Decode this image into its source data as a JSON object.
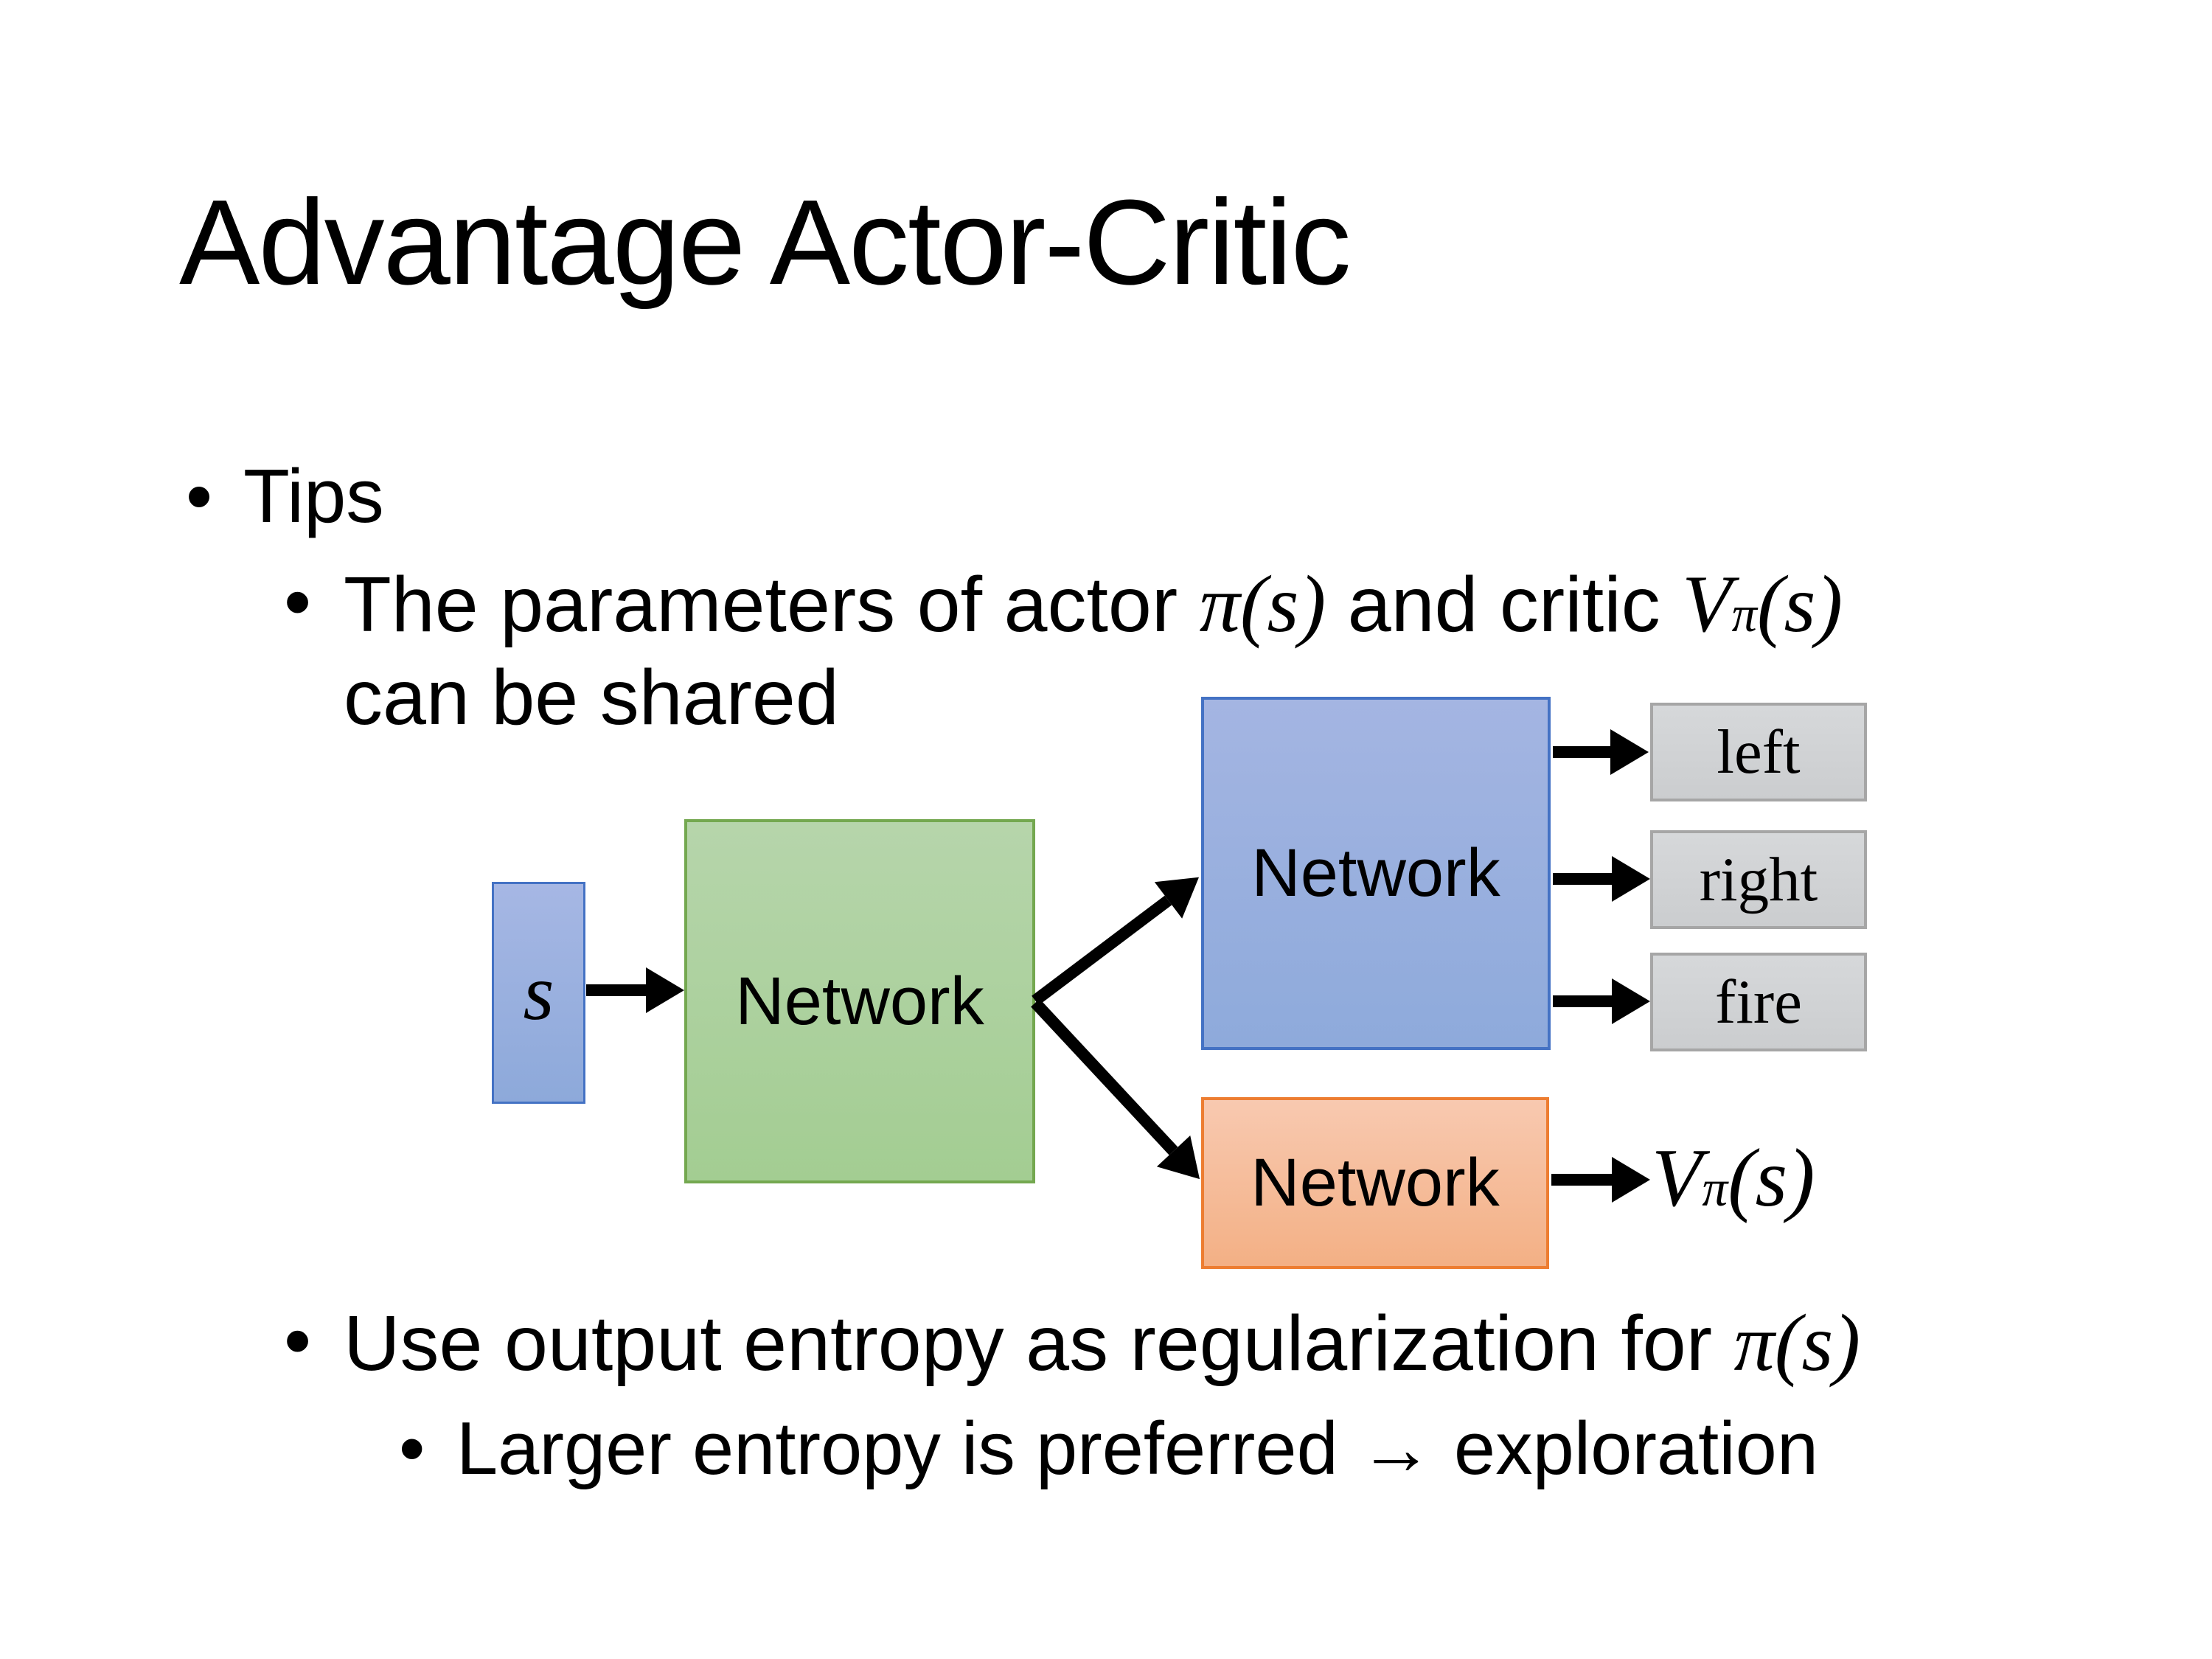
{
  "slide": {
    "title": "Advantage Actor-Critic",
    "bullet_char": "•",
    "bullets": {
      "tips": "Tips",
      "shared_line1_text": "The parameters of actor ",
      "shared_line1_pi": "π(s)",
      "shared_line1_mid": "  and critic ",
      "shared_V": "V",
      "shared_V_sup": "π",
      "shared_V_args": "(s)",
      "shared_line2": "can be shared",
      "entropy_text": "Use output entropy as regularization for ",
      "entropy_pi": "π(s)",
      "explore_text": "Larger entropy is preferred → exploration"
    },
    "diagram": {
      "state_label": "s",
      "shared_network_label": "Network",
      "actor_network_label": "Network",
      "critic_network_label": "Network",
      "actions": [
        "left",
        "right",
        "fire"
      ],
      "value_V": "V",
      "value_sup": "π",
      "value_args": "(s)",
      "colors": {
        "state_fill": "#8eaadb",
        "state_border": "#4472c4",
        "shared_fill": "#a9d18e",
        "shared_border": "#74a850",
        "actor_fill": "#8eaadb",
        "actor_border": "#4472c4",
        "critic_fill": "#f4b183",
        "critic_border": "#ed7d31",
        "action_fill": "#d0d2d4",
        "action_border": "#a6a6a6",
        "arrow": "#000000",
        "text": "#000000",
        "background": "#ffffff"
      }
    }
  }
}
